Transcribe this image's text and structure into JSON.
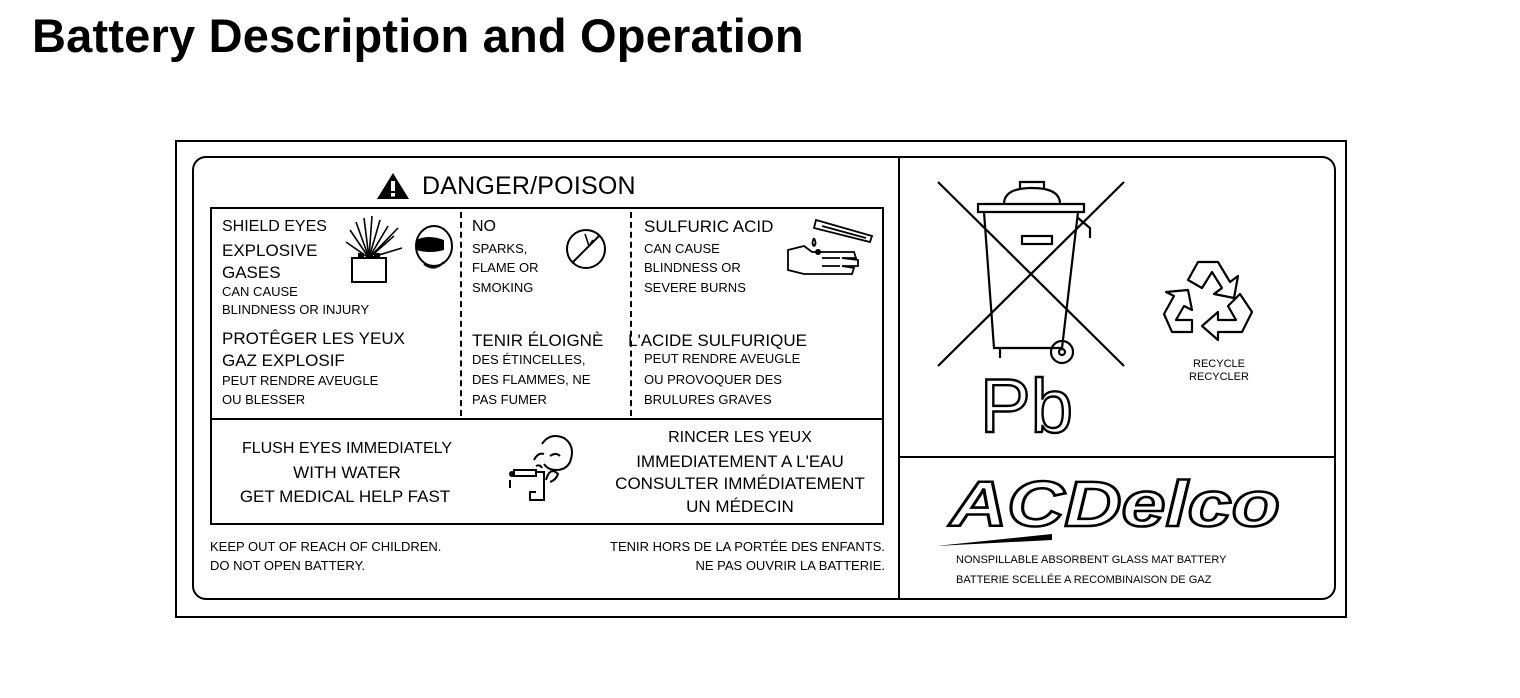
{
  "page_title": "Battery Description and Operation",
  "danger": {
    "heading": "DANGER/POISON",
    "col1": {
      "l1": "SHIELD EYES",
      "l2": "EXPLOSIVE",
      "l3": "GASES",
      "l4": "CAN CAUSE",
      "l5": "BLINDNESS OR INJURY",
      "f1": "PROTÊGER LES YEUX",
      "f2": "GAZ EXPLOSIF",
      "f3": "PEUT RENDRE AVEUGLE",
      "f4": "OU BLESSER"
    },
    "col2": {
      "l1": "NO",
      "l2": "SPARKS,",
      "l3": "FLAME OR",
      "l4": "SMOKING",
      "f1": "TENIR ÉLOIGNÈ",
      "f2": "DES ÉTINCELLES,",
      "f3": "DES FLAMMES, NE",
      "f4": "PAS FUMER"
    },
    "col3": {
      "l1": "SULFURIC ACID",
      "l2": "CAN CAUSE",
      "l3": "BLINDNESS OR",
      "l4": "SEVERE BURNS",
      "f1": "L'ACIDE SULFURIQUE",
      "f2": "PEUT RENDRE AVEUGLE",
      "f3": "OU PROVOQUER DES",
      "f4": "BRULURES GRAVES"
    },
    "flush": {
      "en1": "FLUSH EYES IMMEDIATELY",
      "en2": "WITH WATER",
      "en3": "GET MEDICAL HELP FAST",
      "fr1": "RINCER LES YEUX",
      "fr2": "IMMEDIATEMENT A L'EAU",
      "fr3": "CONSULTER IMMÉDIATEMENT",
      "fr4": "UN MÉDECIN"
    },
    "footer": {
      "en1": "KEEP OUT OF REACH OF CHILDREN.",
      "en2": "DO NOT OPEN BATTERY.",
      "fr1": "TENIR HORS DE LA PORTÉE DES ENFANTS.",
      "fr2": "NE PAS OUVRIR LA BATTERIE."
    }
  },
  "recycle": {
    "lead_symbol": "Pb",
    "label1": "RECYCLE",
    "label2": "RECYCLER"
  },
  "brand": {
    "logo_text": "ACDelco",
    "desc_en": "NONSPILLABLE ABSORBENT GLASS MAT BATTERY",
    "desc_fr": "BATTERIE SCELLÉE A RECOMBINAISON DE GAZ"
  },
  "icons": [
    "warning-triangle-icon",
    "explosion-goggles-icon",
    "no-smoking-icon",
    "acid-hand-icon",
    "eye-wash-icon",
    "crossed-bin-icon",
    "recycle-icon"
  ]
}
